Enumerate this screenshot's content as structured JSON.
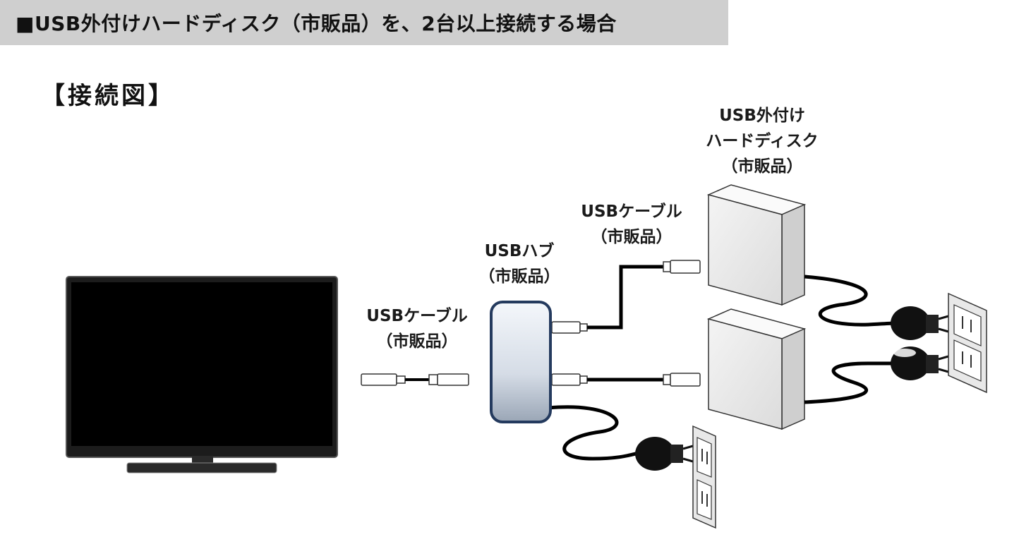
{
  "header": {
    "title": "■USB外付けハードディスク（市販品）を、2台以上接続する場合"
  },
  "diagram": {
    "section_label": "【接続図】",
    "labels": {
      "hdd_line1": "USB外付け",
      "hdd_line2": "ハードディスク",
      "hdd_line3": "（市販品）",
      "cable_upper_line1": "USBケーブル",
      "cable_upper_line2": "（市販品）",
      "hub_line1": "USBハブ",
      "hub_line2": "（市販品）",
      "cable_left_line1": "USBケーブル",
      "cable_left_line2": "（市販品）"
    },
    "icons": [
      "tv-icon",
      "usb-hub-icon",
      "hard-disk-icon",
      "usb-cable-icon",
      "ac-adapter-icon",
      "wall-outlet-icon"
    ]
  }
}
